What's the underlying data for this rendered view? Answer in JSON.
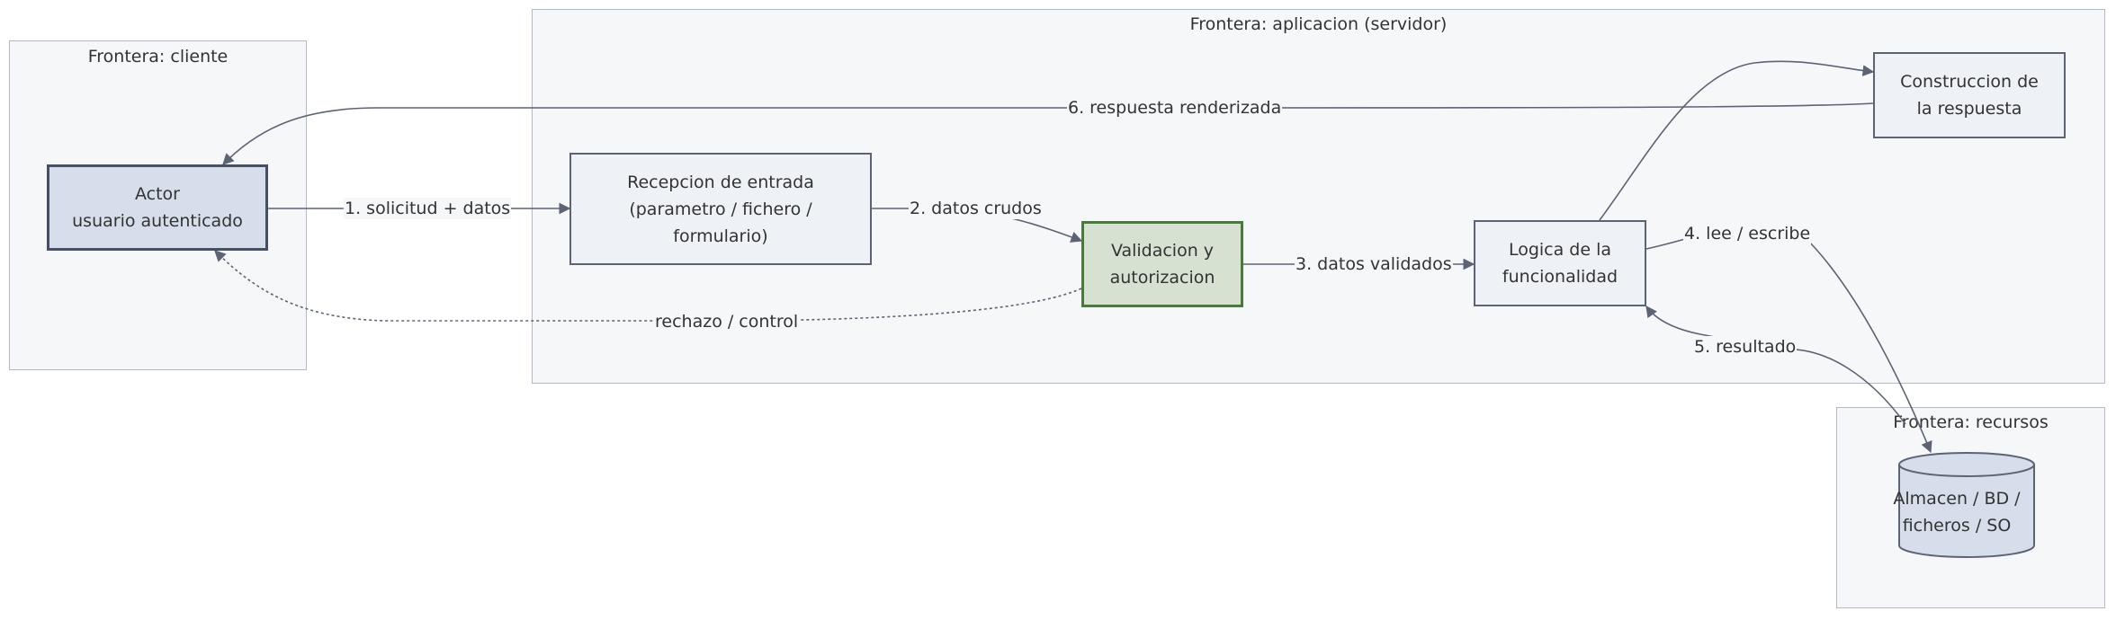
{
  "boundaries": {
    "client": "Frontera: cliente",
    "app": "Frontera: aplicacion (servidor)",
    "resources": "Frontera: recursos"
  },
  "nodes": {
    "actor": {
      "line1": "Actor",
      "line2": "usuario autenticado"
    },
    "reception": {
      "line1": "Recepcion de entrada",
      "line2": "(parametro / fichero /",
      "line3": "formulario)"
    },
    "validation": {
      "line1": "Validacion y",
      "line2": "autorizacion"
    },
    "logic": {
      "line1": "Logica de la",
      "line2": "funcionalidad"
    },
    "response": {
      "line1": "Construccion de",
      "line2": "la respuesta"
    },
    "store": {
      "line1": "Almacen / BD /",
      "line2": "ficheros / SO"
    }
  },
  "edges": {
    "request": "1. solicitud + datos",
    "raw": "2. datos crudos",
    "validated": "3. datos validados",
    "read_write": "4. lee / escribe",
    "result": "5. resultado",
    "rendered": "6. respuesta renderizada",
    "reject": "rechazo / control"
  },
  "colors": {
    "line": "#5b6375",
    "boundary_fill": "#f6f7f9",
    "boundary_stroke": "#b3b9c8",
    "actor_fill": "#d5deea",
    "validation_fill": "#d6e1d1",
    "validation_stroke": "#4a7a3a",
    "node_fill": "#eef1f6"
  }
}
